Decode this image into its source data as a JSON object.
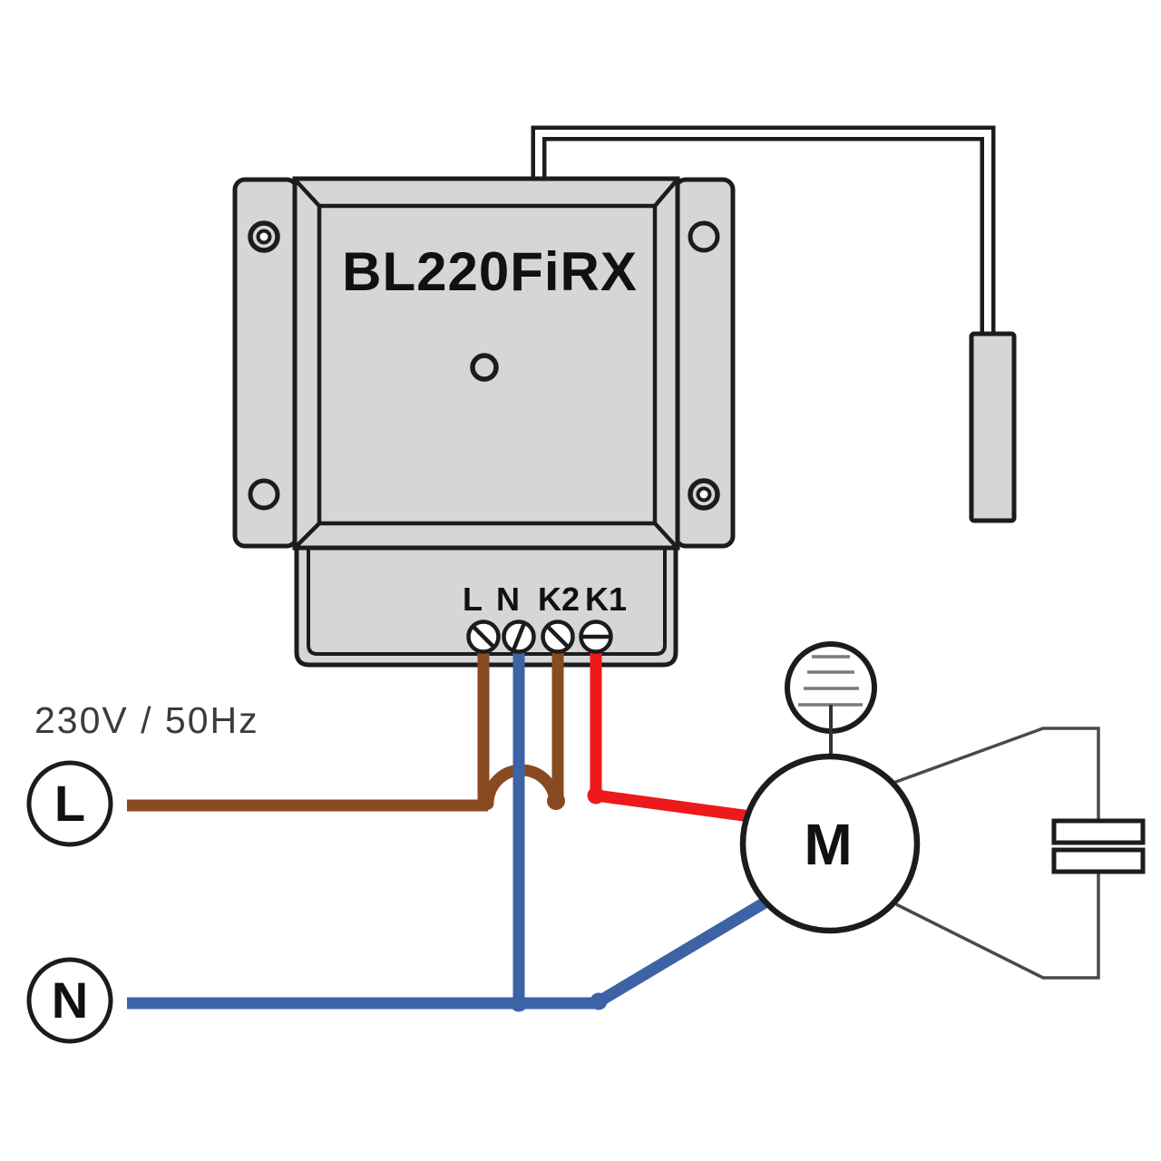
{
  "device": {
    "label": "BL220FiRX",
    "terminals": [
      "L",
      "N",
      "K2",
      "K1"
    ]
  },
  "supply": {
    "rating_label": "230V / 50Hz",
    "live_label": "L",
    "neutral_label": "N"
  },
  "motor": {
    "label": "M"
  },
  "colors": {
    "wire_brown": "#8a4a21",
    "wire_blue": "#3d63a7",
    "wire_red": "#ec1a1a",
    "device_fill": "#d6d6d6",
    "outline": "#1c1c1c",
    "label_gray": "#3b3b3b",
    "thermal_line_gray": "#7a7a7a"
  }
}
